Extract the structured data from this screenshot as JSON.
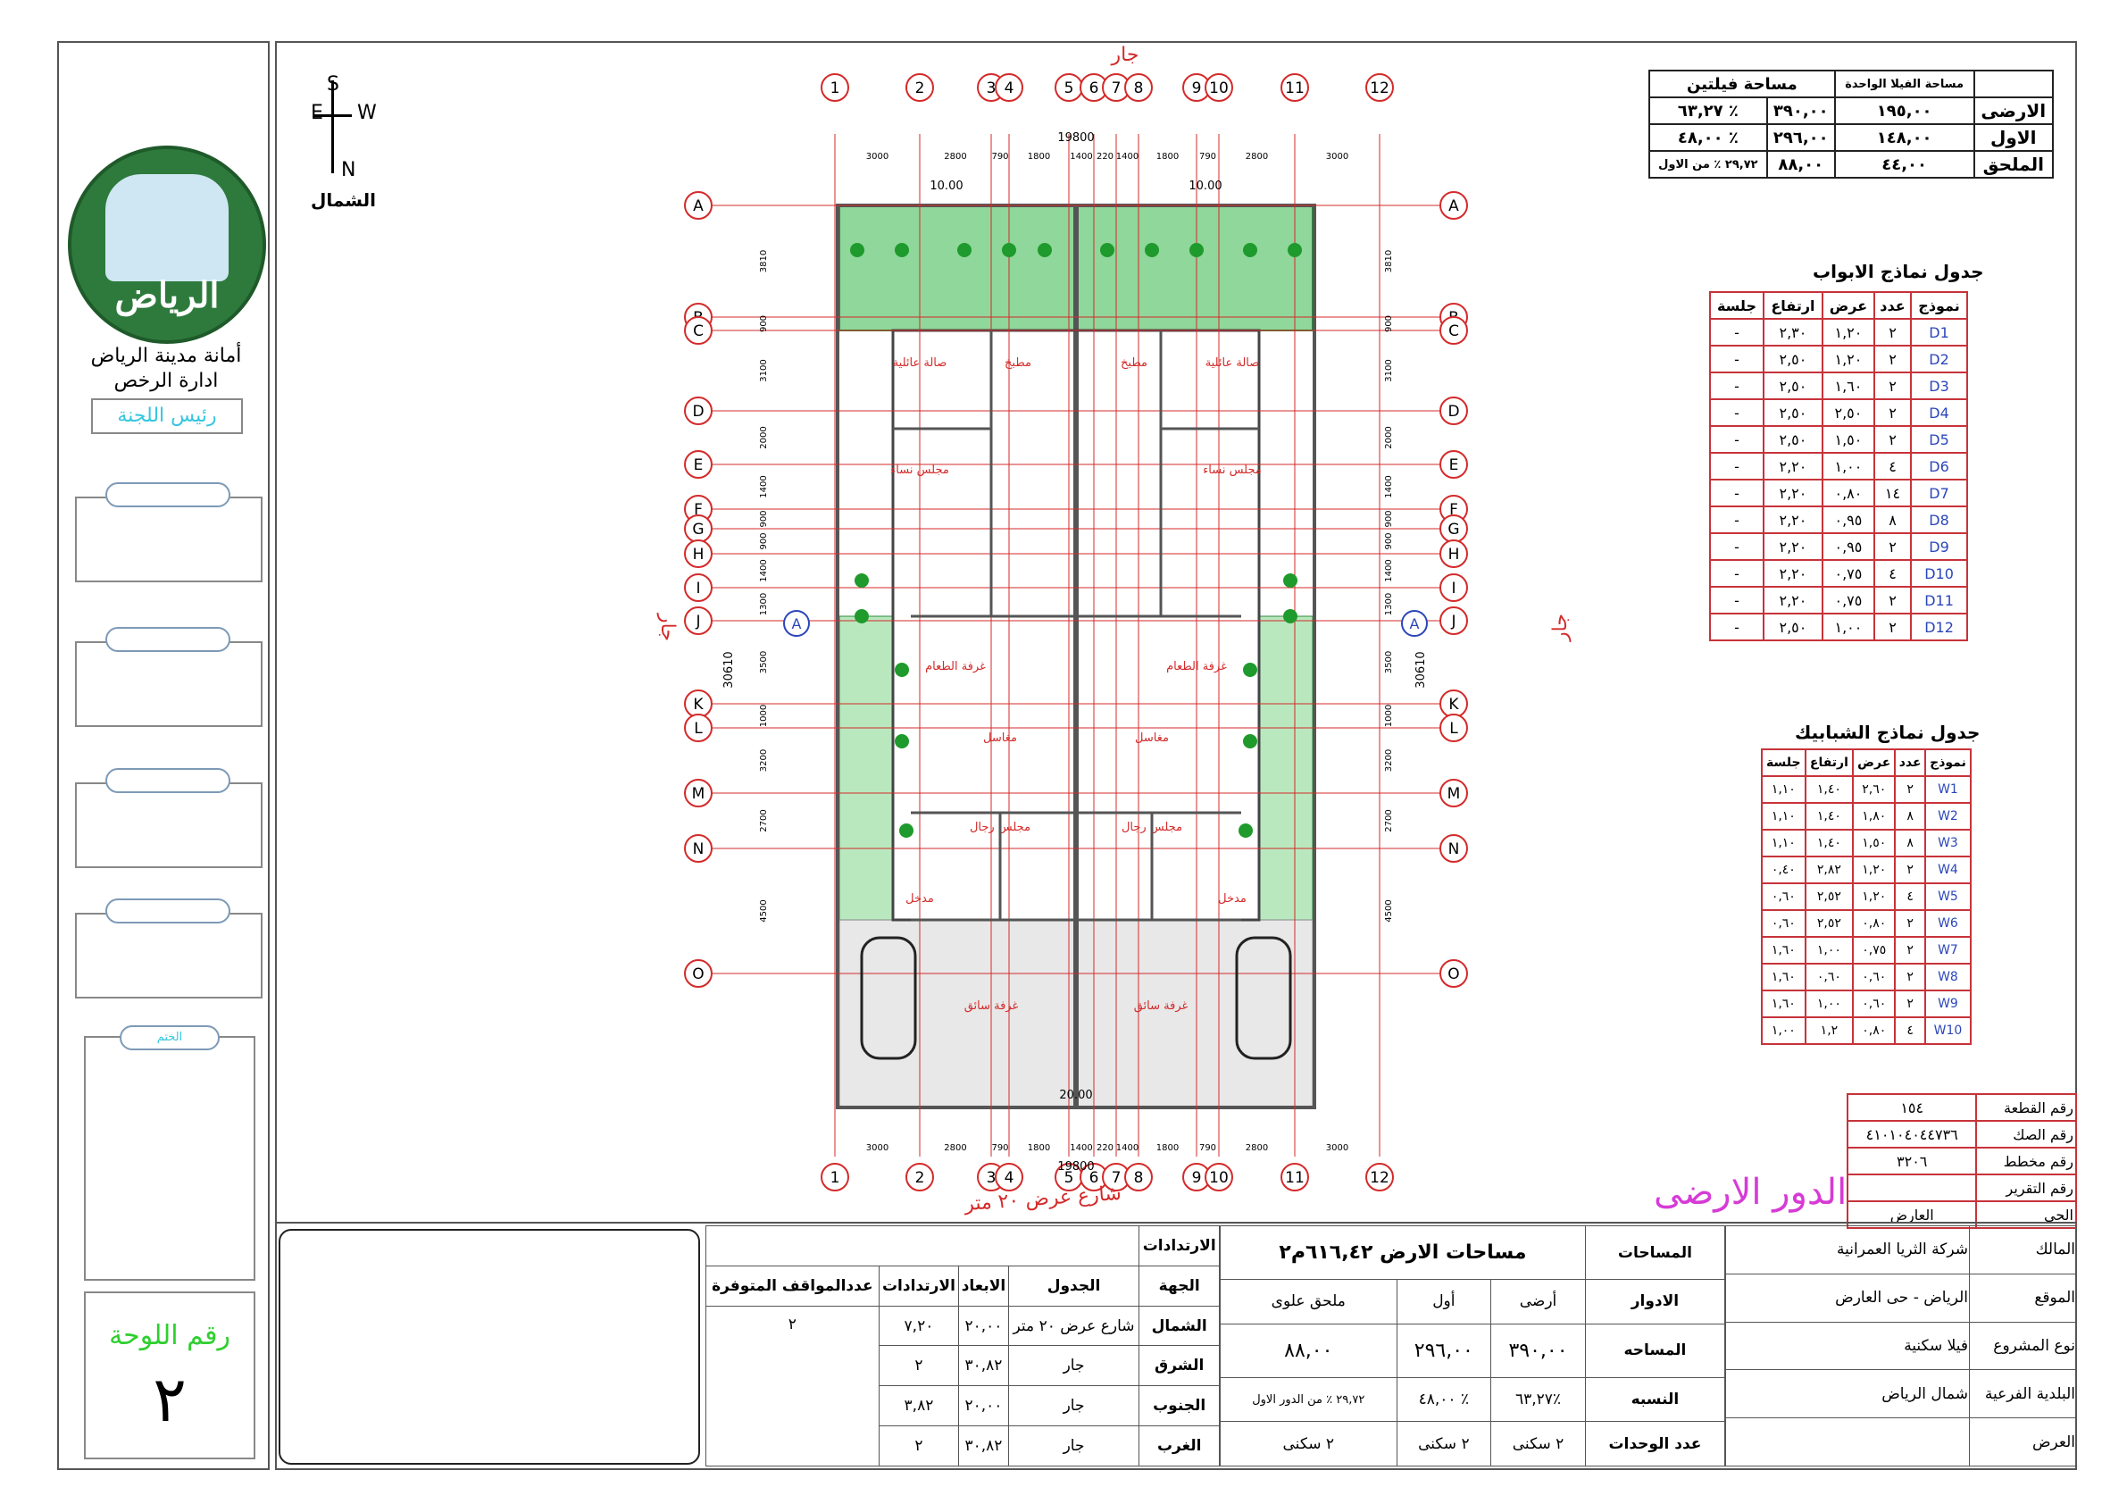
{
  "left_panel": {
    "logo_text": "الرياض",
    "org_name": "أمانة مدينة الرياض",
    "department": "ادارة الرخص",
    "committee_head": "رئيس اللجنة",
    "stamp_label": "الختم",
    "sheet_label": "رقم اللوحة",
    "sheet_number": "٢"
  },
  "compass": {
    "s": "S",
    "e": "E",
    "w": "W",
    "n": "N",
    "label": "الشمال"
  },
  "plan": {
    "top_label": "جار",
    "left_label": "جار",
    "right_label": "جار",
    "street_label": "شارع عرض ٢٠ متر",
    "floor_title": "الدور الارضى",
    "col_labels": [
      "1",
      "2",
      "3",
      "4",
      "5",
      "6",
      "7",
      "8",
      "9",
      "10",
      "11",
      "12"
    ],
    "row_labels": [
      "A",
      "B",
      "C",
      "D",
      "E",
      "F",
      "G",
      "H",
      "I",
      "J",
      "K",
      "L",
      "M",
      "N",
      "O"
    ],
    "total_width": "19800",
    "total_width_m": "20.00",
    "half_width": "10.00",
    "total_depth": "30610",
    "top_dims": [
      "3000",
      "2800",
      "790",
      "1800",
      "1400",
      "220",
      "1400",
      "1800",
      "790",
      "2800",
      "3000"
    ],
    "side_dims": [
      "3810",
      "900",
      "3100",
      "2000",
      "1400",
      "900",
      "900",
      "1400",
      "1300",
      "3500",
      "1000",
      "3200",
      "2700",
      "4500"
    ],
    "rooms_left": [
      "صالة عائلية",
      "مطبخ",
      "مجلس نساء",
      "غرفة الطعام",
      "مجلس رجال",
      "مغاسل",
      "مدخل",
      "غرفة سائق"
    ],
    "rooms_right": [
      "صالة عائلية",
      "مطبخ",
      "مجلس نساء",
      "غرفة الطعام",
      "مجلس رجال",
      "مغاسل",
      "مدخل",
      "غرفة سائق"
    ]
  },
  "villa_area_table": {
    "title_two": "مساحة فيلتين",
    "title_one": "مساحة الفيلا الواحدة",
    "rows": [
      {
        "floor": "الارضى",
        "one": "١٩٥,٠٠",
        "two": "٣٩٠,٠٠",
        "pct": "٦٣,٢٧ ٪"
      },
      {
        "floor": "الاول",
        "one": "١٤٨,٠٠",
        "two": "٢٩٦,٠٠",
        "pct": "٤٨,٠٠ ٪"
      },
      {
        "floor": "الملحق",
        "one": "٤٤,٠٠",
        "two": "٨٨,٠٠",
        "pct": "٢٩,٧٢ ٪ من الاول"
      }
    ]
  },
  "doors_table": {
    "title": "جدول نماذج الابواب",
    "headers": [
      "نموذج",
      "عدد",
      "عرض",
      "ارتفاع",
      "جلسة"
    ],
    "rows": [
      [
        "D1",
        "٢",
        "١,٢٠",
        "٢,٣٠",
        "-"
      ],
      [
        "D2",
        "٢",
        "١,٢٠",
        "٢,٥٠",
        "-"
      ],
      [
        "D3",
        "٢",
        "١,٦٠",
        "٢,٥٠",
        "-"
      ],
      [
        "D4",
        "٢",
        "٢,٥٠",
        "٢,٥٠",
        "-"
      ],
      [
        "D5",
        "٢",
        "١,٥٠",
        "٢,٥٠",
        "-"
      ],
      [
        "D6",
        "٤",
        "١,٠٠",
        "٢,٢٠",
        "-"
      ],
      [
        "D7",
        "١٤",
        "٠,٨٠",
        "٢,٢٠",
        "-"
      ],
      [
        "D8",
        "٨",
        "٠,٩٥",
        "٢,٢٠",
        "-"
      ],
      [
        "D9",
        "٢",
        "٠,٩٥",
        "٢,٢٠",
        "-"
      ],
      [
        "D10",
        "٤",
        "٠,٧٥",
        "٢,٢٠",
        "-"
      ],
      [
        "D11",
        "٢",
        "٠,٧٥",
        "٢,٢٠",
        "-"
      ],
      [
        "D12",
        "٢",
        "١,٠٠",
        "٢,٥٠",
        "-"
      ]
    ]
  },
  "windows_table": {
    "title": "جدول نماذج الشبابيك",
    "headers": [
      "نموذج",
      "عدد",
      "عرض",
      "ارتفاع",
      "جلسة"
    ],
    "rows": [
      [
        "W1",
        "٢",
        "٢,٦٠",
        "١,٤٠",
        "١,١٠"
      ],
      [
        "W2",
        "٨",
        "١,٨٠",
        "١,٤٠",
        "١,١٠"
      ],
      [
        "W3",
        "٨",
        "١,٥٠",
        "١,٤٠",
        "١,١٠"
      ],
      [
        "W4",
        "٢",
        "١,٢٠",
        "٢,٨٢",
        "٠,٤٠"
      ],
      [
        "W5",
        "٤",
        "١,٢٠",
        "٢,٥٢",
        "٠,٦٠"
      ],
      [
        "W6",
        "٢",
        "٠,٨٠",
        "٢,٥٢",
        "٠,٦٠"
      ],
      [
        "W7",
        "٢",
        "٠,٧٥",
        "١,٠٠",
        "١,٦٠"
      ],
      [
        "W8",
        "٢",
        "٠,٦٠",
        "٠,٦٠",
        "١,٦٠"
      ],
      [
        "W9",
        "٢",
        "٠,٦٠",
        "١,٠٠",
        "١,٦٠"
      ],
      [
        "W10",
        "٤",
        "٠,٨٠",
        "١,٢",
        "١,٠٠"
      ]
    ]
  },
  "plot_info": [
    {
      "label": "رقم القطعة",
      "value": "١٥٤"
    },
    {
      "label": "رقم الصك",
      "value": "٤١٠١٠٤٠٤٤٧٣٦"
    },
    {
      "label": "رقم مخطط",
      "value": "٣٢٠٦"
    },
    {
      "label": "رقم التقرير",
      "value": ""
    },
    {
      "label": "الحى",
      "value": "العارض"
    }
  ],
  "project_info": [
    {
      "label": "المالك",
      "value": "شركة الثريا العمرانية"
    },
    {
      "label": "الموقع",
      "value": "الرياض  - حى العارض"
    },
    {
      "label": "نوع المشروع",
      "value": "فيلا سكنية"
    },
    {
      "label": "البلدية الفرعية",
      "value": "شمال الرياض"
    },
    {
      "label": "العرض",
      "value": ""
    }
  ],
  "areas_table": {
    "title": "مساحات الارض  ٦١٦,٤٢م٢",
    "col_head": "المساحات",
    "floors_label": "الادوار",
    "area_label": "المساحه",
    "ratio_label": "النسبه",
    "units_label": "عدد الوحدات",
    "floors": [
      "أرضى",
      "أول",
      "ملحق علوى"
    ],
    "areas": [
      "٣٩٠,٠٠",
      "٢٩٦,٠٠",
      "٨٨,٠٠"
    ],
    "ratios": [
      "٦٣,٢٧٪",
      "٤٨,٠٠ ٪",
      "٢٩,٧٢ ٪ من الدور الاول"
    ],
    "units": [
      "٢ سكنى",
      "٢ سكنى",
      "٢ سكنى"
    ]
  },
  "setbacks_table": {
    "title": "الارتدادات",
    "headers": [
      "الجهة",
      "الجدول",
      "الابعاد",
      "الارتدادات",
      "عددالمواقف المتوفرة"
    ],
    "rows": [
      [
        "الشمال",
        "شارع عرض ٢٠ متر",
        "٢٠,٠٠",
        "٧,٢٠"
      ],
      [
        "الشرق",
        "جار",
        "٣٠,٨٢",
        "٢"
      ],
      [
        "الجنوب",
        "جار",
        "٢٠,٠٠",
        "٣,٨٢"
      ],
      [
        "الغرب",
        "جار",
        "٣٠,٨٢",
        "٢"
      ]
    ],
    "parking": "٢"
  },
  "colors": {
    "grid": "#d42a2a",
    "garden": "#8fd79a",
    "wall": "#555555",
    "label_pink": "#d63bd6",
    "accent_cyan": "#35c7e0"
  }
}
